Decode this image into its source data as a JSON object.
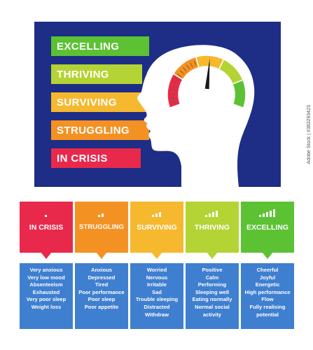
{
  "levels": [
    {
      "label": "EXCELLING",
      "color": "#5cc234"
    },
    {
      "label": "THRIVING",
      "color": "#b4d334"
    },
    {
      "label": "SURVIVING",
      "color": "#f5b82e"
    },
    {
      "label": "STRUGGLING",
      "color": "#f39223"
    },
    {
      "label": "IN CRISIS",
      "color": "#e8294c"
    }
  ],
  "gauge": {
    "needle_level": "SURVIVING"
  },
  "cards": [
    {
      "title": "IN CRISIS",
      "color": "#e8294c",
      "signal_bars": 1,
      "items": [
        "Very anxious",
        "Very low mood",
        "Absenteeism",
        "Exhausted",
        "Very poor sleep",
        "Weight loss"
      ]
    },
    {
      "title": "STRUGGLING",
      "color": "#f39223",
      "signal_bars": 2,
      "items": [
        "Anxious",
        "Depressed",
        "Tired",
        "Poor performance",
        "Poor sleep",
        "Poor appetite"
      ]
    },
    {
      "title": "SURVIVING",
      "color": "#f5b82e",
      "signal_bars": 3,
      "items": [
        "Worried",
        "Nervous",
        "Irritable",
        "Sad",
        "Trouble sleeping",
        "Distracted",
        "Withdraw"
      ]
    },
    {
      "title": "THRIVING",
      "color": "#b4d334",
      "signal_bars": 4,
      "items": [
        "Positive",
        "Calm",
        "Performing",
        "Sleeping well",
        "Eating normally",
        "Normal social activity"
      ]
    },
    {
      "title": "EXCELLING",
      "color": "#5cc234",
      "signal_bars": 5,
      "items": [
        "Cheerful",
        "Joyful",
        "Energetic",
        "High performance",
        "Flow",
        "Fully realising potential"
      ]
    }
  ],
  "watermark": "Adobe Stock | #383293423"
}
